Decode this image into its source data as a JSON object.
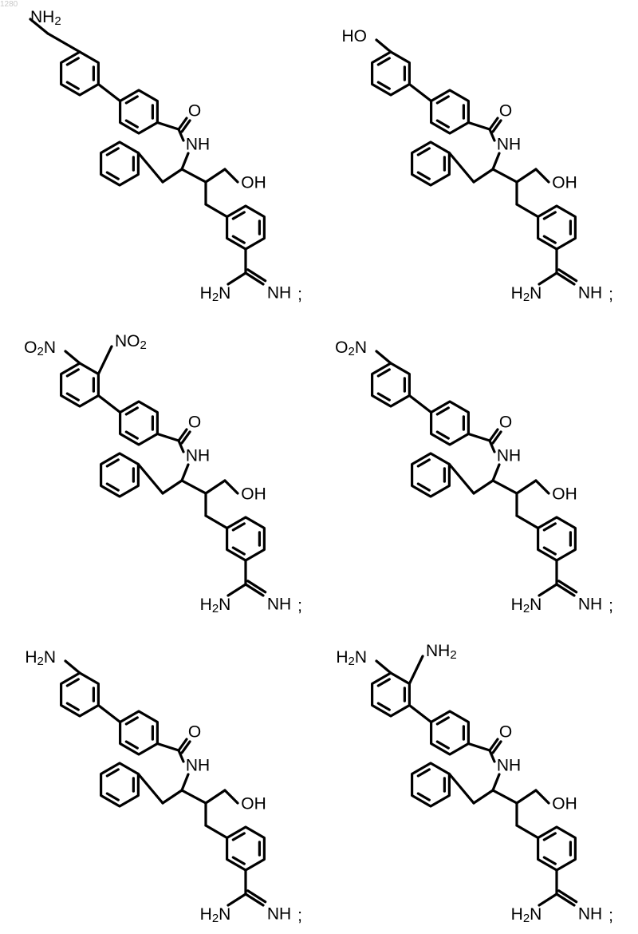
{
  "page_number": "1280",
  "molecules": [
    {
      "id": "m1",
      "biphenyl_substituents": [
        "NH2"
      ],
      "amide_o": "O",
      "amide_nh": "NH",
      "hydroxyl": "OH",
      "amidine_left": "H2N",
      "amidine_right": "NH",
      "separator": ";"
    },
    {
      "id": "m2",
      "biphenyl_substituents": [
        "HO"
      ],
      "amide_o": "O",
      "amide_nh": "NH",
      "hydroxyl": "OH",
      "amidine_left": "H2N",
      "amidine_right": "NH",
      "separator": ";"
    },
    {
      "id": "m3",
      "biphenyl_substituents": [
        "O2N",
        "NO2"
      ],
      "amide_o": "O",
      "amide_nh": "NH",
      "hydroxyl": "OH",
      "amidine_left": "H2N",
      "amidine_right": "NH",
      "separator": ";"
    },
    {
      "id": "m4",
      "biphenyl_substituents": [
        "O2N"
      ],
      "amide_o": "O",
      "amide_nh": "NH",
      "hydroxyl": "OH",
      "amidine_left": "H2N",
      "amidine_right": "NH",
      "separator": ";"
    },
    {
      "id": "m5",
      "biphenyl_substituents": [
        "H2N"
      ],
      "amide_o": "O",
      "amide_nh": "NH",
      "hydroxyl": "OH",
      "amidine_left": "H2N",
      "amidine_right": "NH",
      "separator": ";"
    },
    {
      "id": "m6",
      "biphenyl_substituents": [
        "H2N",
        "NH2"
      ],
      "amide_o": "O",
      "amide_nh": "NH",
      "hydroxyl": "OH",
      "amidine_left": "H2N",
      "amidine_right": "NH",
      "separator": ";"
    }
  ]
}
